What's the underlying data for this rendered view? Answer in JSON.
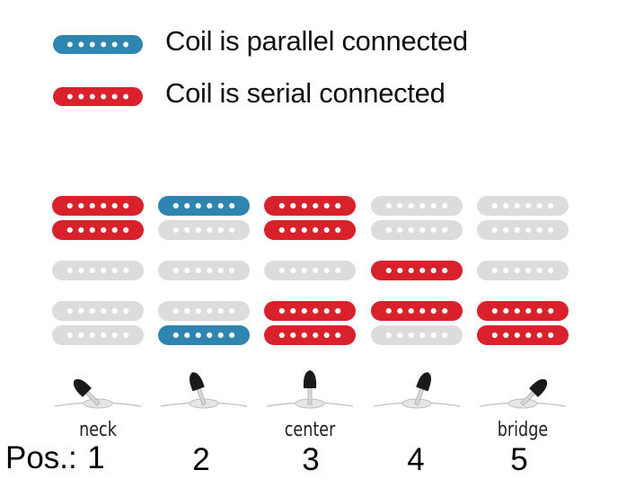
{
  "colors": {
    "parallel": "#2e86b0",
    "serial": "#d9212b",
    "inactive": "#dcdcdc",
    "pole": "#ffffff",
    "switch_knob": "#1a1a1a",
    "switch_base": "#e6e6e6"
  },
  "legend": {
    "parallel": {
      "label": "Coil is parallel connected",
      "state": "parallel"
    },
    "serial": {
      "label": "Coil is serial connected",
      "state": "serial"
    }
  },
  "pos_prefix": "Pos.:",
  "positions": [
    {
      "number": "1",
      "name": "neck",
      "switch_angle": -45,
      "coils": {
        "neck_top": "serial",
        "neck_bottom": "serial",
        "middle": "inactive",
        "bridge_top": "inactive",
        "bridge_bottom": "inactive"
      }
    },
    {
      "number": "2",
      "name": "",
      "switch_angle": -20,
      "coils": {
        "neck_top": "parallel",
        "neck_bottom": "inactive",
        "middle": "inactive",
        "bridge_top": "inactive",
        "bridge_bottom": "parallel"
      }
    },
    {
      "number": "3",
      "name": "center",
      "switch_angle": 0,
      "coils": {
        "neck_top": "serial",
        "neck_bottom": "serial",
        "middle": "inactive",
        "bridge_top": "serial",
        "bridge_bottom": "serial"
      }
    },
    {
      "number": "4",
      "name": "",
      "switch_angle": 20,
      "coils": {
        "neck_top": "inactive",
        "neck_bottom": "inactive",
        "middle": "serial",
        "bridge_top": "serial",
        "bridge_bottom": "inactive"
      }
    },
    {
      "number": "5",
      "name": "bridge",
      "switch_angle": 45,
      "coils": {
        "neck_top": "inactive",
        "neck_bottom": "inactive",
        "middle": "inactive",
        "bridge_top": "serial",
        "bridge_bottom": "serial"
      }
    }
  ]
}
